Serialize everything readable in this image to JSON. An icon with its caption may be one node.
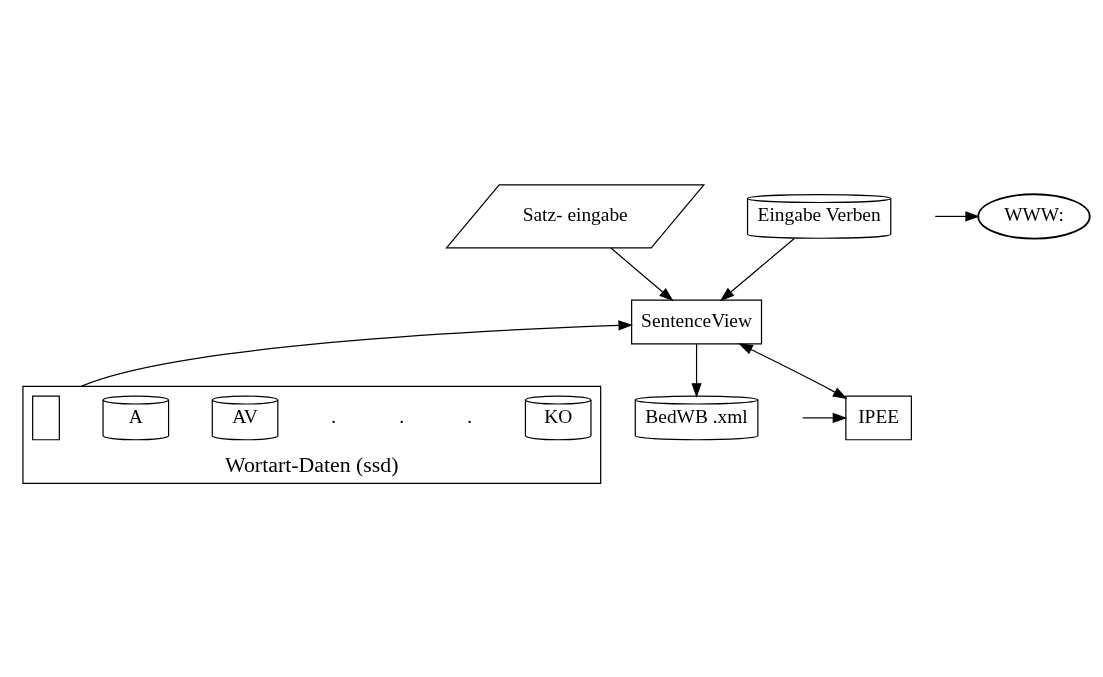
{
  "diagram": {
    "nodes": [
      {
        "text": [
          "Satz- eingabe"
        ]
      },
      {
        "text": [
          "Eingabe Verben"
        ]
      },
      {
        "text": [
          "SentenceView"
        ]
      },
      {
        "text": [
          "WWW:"
        ]
      },
      {
        "text": [
          "IPEE"
        ]
      },
      {
        "text": [
          "Wortart-Daten (ssd)"
        ]
      },
      {
        "text": [],
        "shape": "box",
        "in": 5
      },
      {
        "text": [
          "A"
        ],
        "in": 5
      },
      {
        "text": [
          "AV"
        ],
        "in": 5
      },
      {
        "text": [
          "KO"
        ],
        "in": 5
      },
      {
        "text": [
          "BedWB .xml"
        ]
      }
    ],
    "edges": [
      {
        "from": 0,
        "to": 2,
        "arrow": "to"
      },
      {
        "from": 1,
        "to": 2,
        "arrow": "to"
      },
      {
        "from": 5,
        "to": 2,
        "arrow": "to"
      },
      {
        "from": 2,
        "to": 4,
        "arrow": "both"
      },
      {
        "from": 2,
        "to": 10,
        "arrow": "to"
      },
      {
        "from": null,
        "to": 3,
        "arrow": "to"
      },
      {
        "from": null,
        "to": 4,
        "arrow": "to"
      }
    ],
    "labels": [
      ".",
      ".",
      "."
    ]
  }
}
